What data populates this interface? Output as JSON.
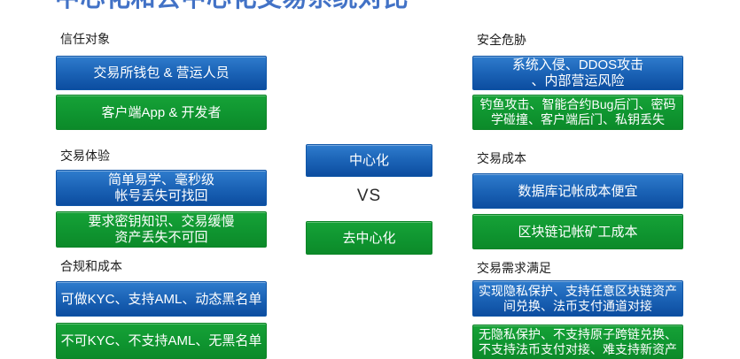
{
  "title": "中心化和去中心化交易系统对比",
  "versus": {
    "centralized_label": "中心化",
    "vs_label": "VS",
    "decentralized_label": "去中心化"
  },
  "left_sections": [
    {
      "header": "信任对象",
      "centralized": "交易所钱包 & 营运人员",
      "decentralized": "客户端App & 开发者"
    },
    {
      "header": "交易体验",
      "centralized": "简单易学、毫秒级\n帐号丢失可找回",
      "decentralized": "要求密钥知识、交易缓慢\n资产丢失不可回"
    },
    {
      "header": "合规和成本",
      "centralized": "可做KYC、支持AML、动态黑名单",
      "decentralized": "不可KYC、不支持AML、无黑名单"
    }
  ],
  "right_sections": [
    {
      "header": "安全危胁",
      "centralized": "系统入侵、DDOS攻击\n、内部营运风险",
      "decentralized": "钓鱼攻击、智能合约Bug后门、密码\n学碰撞、客户端后门、私钥丢失"
    },
    {
      "header": "交易成本",
      "centralized": "数据库记帐成本便宜",
      "decentralized": "区块链记帐矿工成本"
    },
    {
      "header": "交易需求满足",
      "centralized": "实现隐私保护、支持任意区块链资产\n间兑换、法币支付通道对接",
      "decentralized": "无隐私保护、不支持原子跨链兑换、\n不支持法币支付对接、难支持新资产"
    }
  ],
  "colors": {
    "centralized_blue": "#0c4da0",
    "decentralized_green": "#0f9530",
    "title_blue": "#4272c6"
  }
}
